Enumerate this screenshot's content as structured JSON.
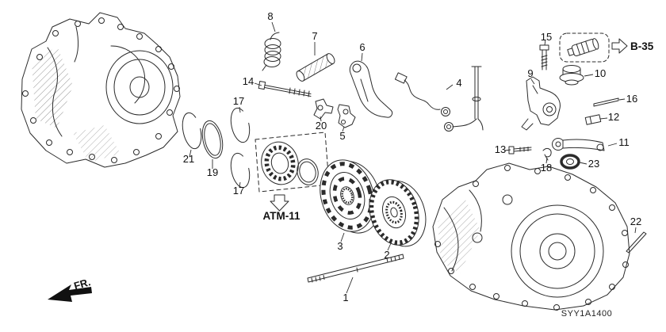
{
  "diagram": {
    "code": "SYY1A1400",
    "refs": {
      "b35": "B-35",
      "atm11": "ATM-11",
      "fr": "FR."
    },
    "callouts": [
      {
        "label": "8"
      },
      {
        "label": "7"
      },
      {
        "label": "6"
      },
      {
        "label": "14"
      },
      {
        "label": "17"
      },
      {
        "label": "20"
      },
      {
        "label": "5"
      },
      {
        "label": "4"
      },
      {
        "label": "15"
      },
      {
        "label": "9"
      },
      {
        "label": "10"
      },
      {
        "label": "16"
      },
      {
        "label": "12"
      },
      {
        "label": "11"
      },
      {
        "label": "13"
      },
      {
        "label": "18"
      },
      {
        "label": "23"
      },
      {
        "label": "21"
      },
      {
        "label": "19"
      },
      {
        "label": "17"
      },
      {
        "label": "3"
      },
      {
        "label": "2"
      },
      {
        "label": "22"
      },
      {
        "label": "1"
      }
    ]
  }
}
